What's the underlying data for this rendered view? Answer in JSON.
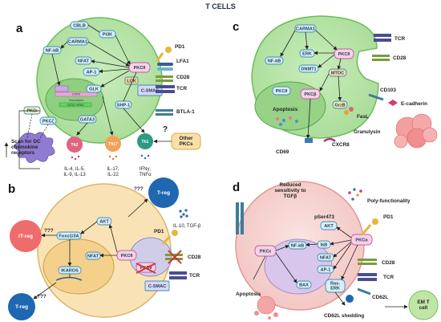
{
  "title": "T CELLS",
  "panels": {
    "a": {
      "letter": "a",
      "nodes": [
        "CBLB",
        "PI3K",
        "NF-kB",
        "CARMA1",
        "NFAT",
        "AP-1",
        "PKCθ",
        "LCK",
        "GLK",
        "SHP-1",
        "GATA3",
        "PKCζ",
        "PKCι",
        "C-SMAC"
      ],
      "receptors": [
        "PD1",
        "LFA1",
        "CD28",
        "TCR",
        "BTLA-1"
      ],
      "nucleus_rows": [
        "STAT6",
        "Transcription",
        "GATA3 mRNA"
      ],
      "cells": [
        "Th2",
        "Th17",
        "Th1"
      ],
      "cytokines": [
        "IL-4, IL-5,\nIL-9, IL-13",
        "IL-17,\nIL-22",
        "IFNγ,\nTNFα"
      ],
      "other": "Other\nPKCs",
      "question": "?",
      "side_label": "Scan for DC\nchemokine\nreceptors"
    },
    "b": {
      "letter": "b",
      "nodes": [
        "AKT",
        "Foxo1/3A",
        "NFAT",
        "PKCθ",
        "IKAROS",
        "PKCθ",
        "C-SMAC"
      ],
      "receptors": [
        "PD1",
        "CD28",
        "TCR"
      ],
      "cells": [
        "iT-reg",
        "T-reg",
        "T-reg"
      ],
      "questions": [
        "???",
        "???",
        "???"
      ],
      "cytokines": "IL-10, TGF-β"
    },
    "c": {
      "letter": "c",
      "nodes": [
        "CARMA1",
        "ERK",
        "PKCθ",
        "NF-kB",
        "DNMT1",
        "MTOC",
        "PKCθ",
        "PKCβ",
        "GrzB",
        "FasL"
      ],
      "receptors": [
        "TCR",
        "CD28",
        "CD103",
        "E-cadherin"
      ],
      "labels": [
        "Apoptosis",
        "Granulysin",
        "CXCR8",
        "CD69"
      ]
    },
    "d": {
      "letter": "d",
      "nodes": [
        "pSer473",
        "AKT",
        "PKCα",
        "NF-kB",
        "IkB",
        "NFAT",
        "AP-1",
        "PKCε",
        "BAX",
        "Ras-\nERK"
      ],
      "receptors": [
        "PD1",
        "CD28",
        "TCR",
        "CD62L"
      ],
      "labels": [
        "Reduced\nsensitivity to\nTGFβ",
        "Poly-functionality",
        "Apoptosis",
        "CD62L shedding",
        "EM T\ncell"
      ]
    }
  },
  "colors": {
    "cell_green": "#b6e3a8",
    "cell_green_stroke": "#6dbb5d",
    "cell_pink": "#f8d7d5",
    "cell_pink_stroke": "#e09a97",
    "cell_tan": "#f9e3b6",
    "cell_tan_stroke": "#d9b66a",
    "treg_blue": "#1f67b0",
    "itreg_red": "#ef6c6c",
    "th2": "#e0647f",
    "th17": "#f3a257",
    "th1": "#2f9a84"
  }
}
